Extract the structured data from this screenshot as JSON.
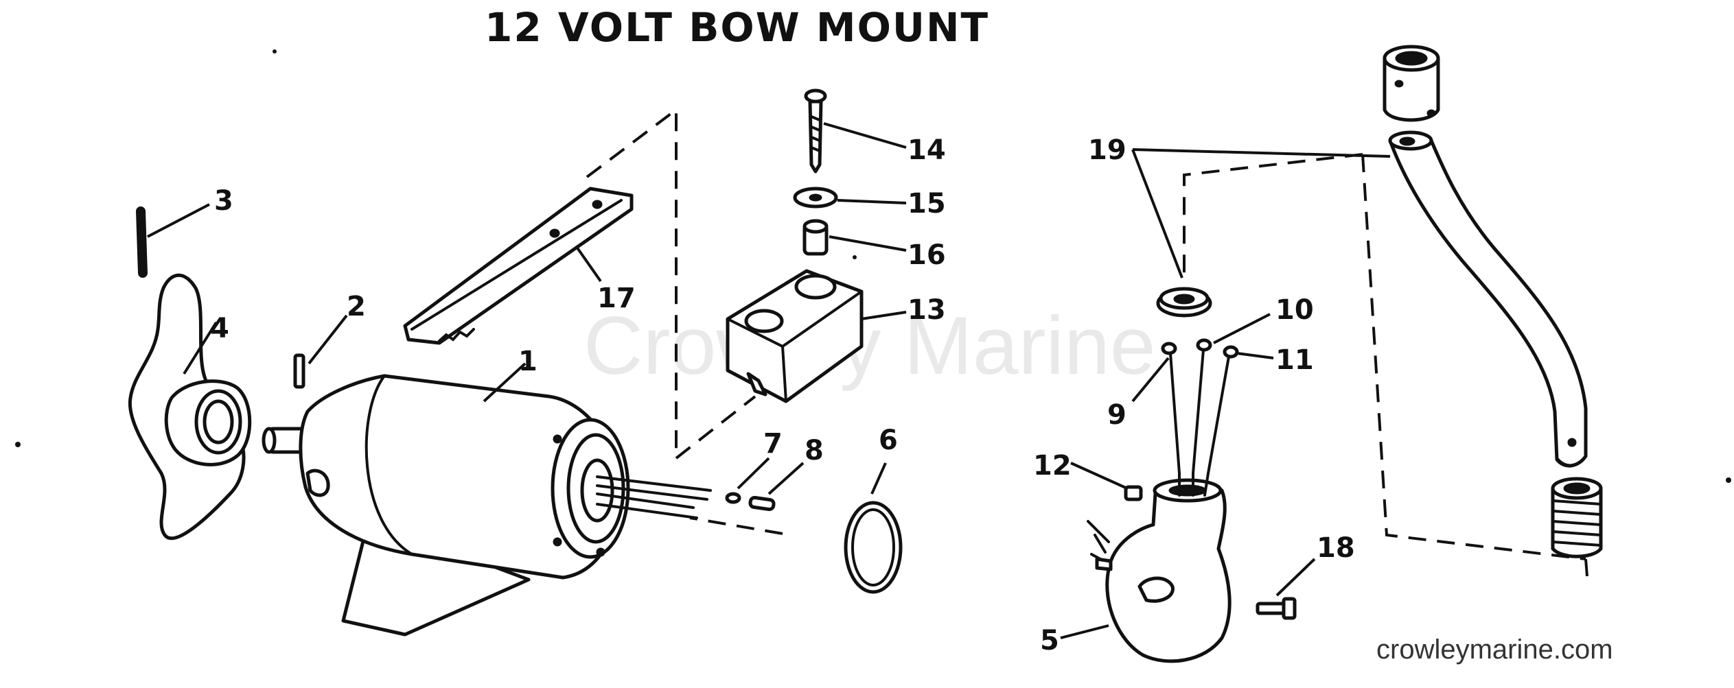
{
  "title": "12 VOLT BOW MOUNT",
  "watermark": "Crowley Marine",
  "site_label": "crowleymarine.com",
  "callouts": [
    "1",
    "2",
    "3",
    "4",
    "5",
    "6",
    "7",
    "8",
    "9",
    "10",
    "11",
    "12",
    "13",
    "14",
    "15",
    "16",
    "17",
    "18",
    "19"
  ]
}
